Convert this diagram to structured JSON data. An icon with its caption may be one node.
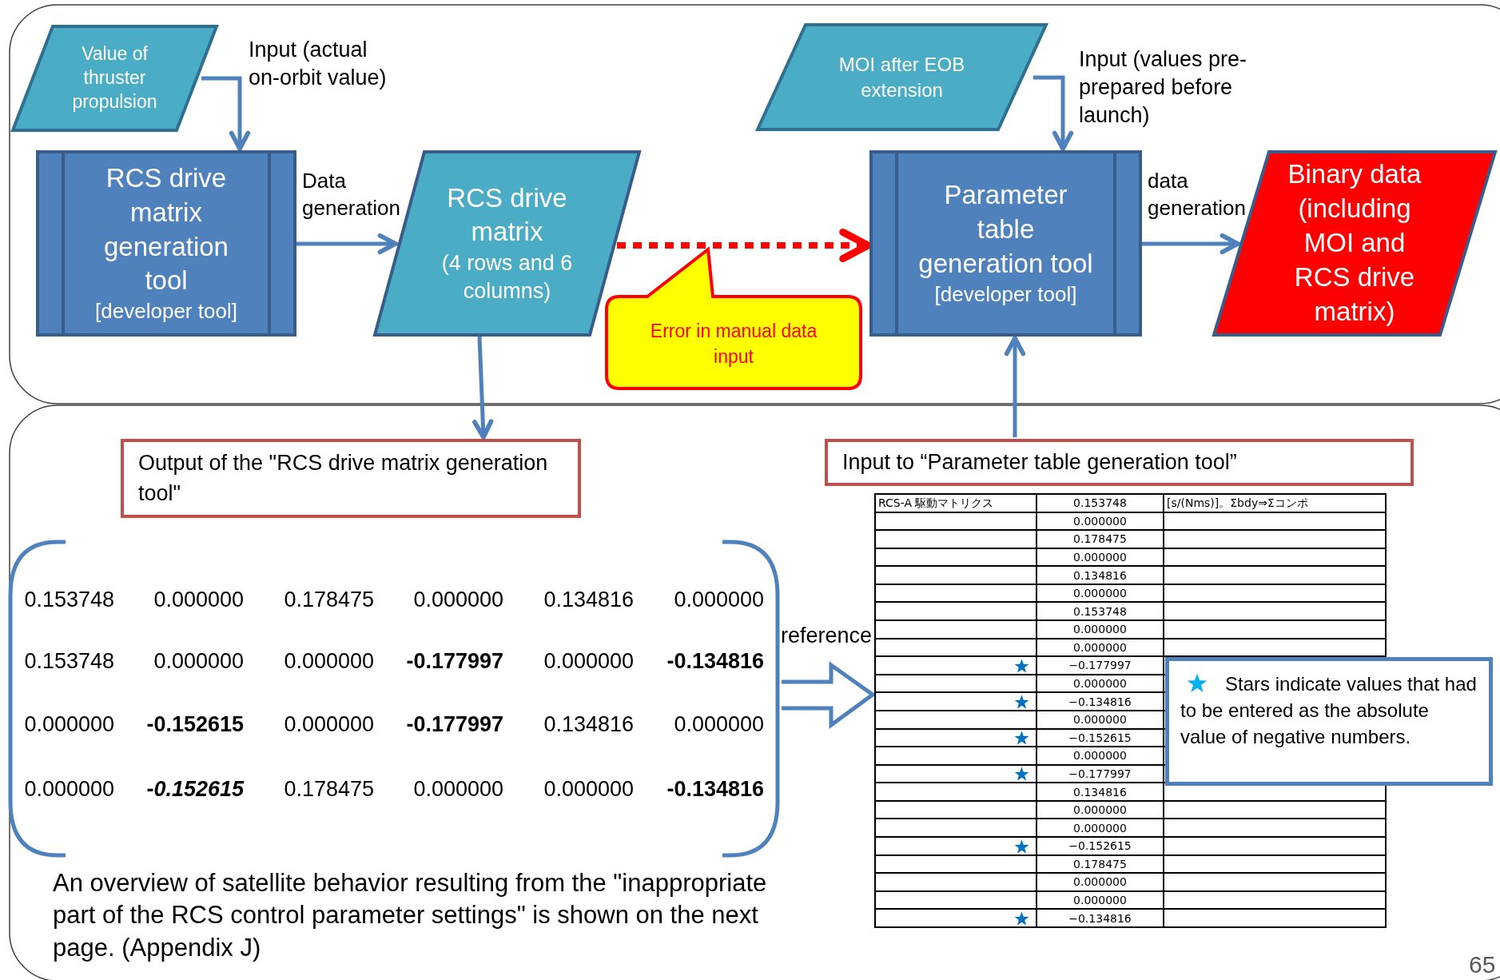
{
  "diagram": {
    "nodes": [
      {
        "text": [
          "Value of thruster propulsion"
        ]
      },
      {
        "text": [
          "RCS drive matrix generation tool",
          "[developer tool]"
        ]
      },
      {
        "text": [
          "RCS drive matrix",
          "(4 rows and 6 columns)"
        ]
      },
      {
        "text": [
          "Error in manual data input"
        ]
      },
      {
        "text": [
          "MOI after EOB extension"
        ]
      },
      {
        "text": [
          "Parameter table generation tool",
          "[developer tool]"
        ]
      },
      {
        "text": [
          "Binary data (including MOI and RCS drive matrix)"
        ]
      },
      {
        "text": [
          "Output of the \"RCS drive matrix generation tool\""
        ]
      },
      {
        "text": [
          "Input to “Parameter table generation tool”"
        ]
      },
      {
        "text": [
          "0.153748",
          "0.000000",
          "0.178475",
          "0.000000",
          "0.134816",
          "0.000000",
          "0.153748",
          "0.000000",
          "0.000000",
          "-0.177997",
          "0.000000",
          "-0.134816",
          "0.000000",
          "-0.152615",
          "0.000000",
          "-0.177997",
          "0.134816",
          "0.000000",
          "0.000000",
          "-0.152615",
          "0.178475",
          "0.000000",
          "0.000000",
          "-0.134816"
        ]
      },
      {
        "text": [
          "RCS-A 駆動マトリクス",
          "0.153748",
          "[s/(Nms)]。Σbdy⇒Σコンポ",
          "0.000000",
          "0.178475",
          "0.000000",
          "0.134816",
          "0.000000",
          "0.153748",
          "0.000000",
          "0.000000",
          "−0.177997",
          "0.000000",
          "−0.134816",
          "0.000000",
          "−0.152615",
          "0.000000",
          "−0.177997",
          "0.134816",
          "0.000000",
          "0.000000",
          "−0.152615",
          "0.178475",
          "0.000000",
          "0.000000",
          "−0.134816"
        ]
      },
      {
        "text": [
          "Stars indicate values that had to be entered as the absolute value of negative numbers."
        ]
      }
    ],
    "edges": [
      {
        "from": 0,
        "to": 1,
        "arrow": "to",
        "label": "Input (actual on-orbit value)"
      },
      {
        "from": 1,
        "to": 2,
        "arrow": "to",
        "label": "Data generation"
      },
      {
        "from": 2,
        "to": 5,
        "arrow": "to",
        "style": "dashed",
        "color": "#ff0000"
      },
      {
        "from": 4,
        "to": 5,
        "arrow": "to",
        "label": "Input (values pre-prepared before launch)"
      },
      {
        "from": 5,
        "to": 6,
        "arrow": "to",
        "label": "data generation"
      },
      {
        "from": 2,
        "to": 7,
        "arrow": "to"
      },
      {
        "from": 8,
        "to": 5,
        "arrow": "to"
      },
      {
        "from": 9,
        "to": 10,
        "arrow": "to",
        "label": "reference"
      }
    ],
    "labels": [
      "An overview of satellite behavior resulting from the \"inappropriate part of the RCS control parameter settings\" is shown on the next page. (Appendix J)",
      "65"
    ]
  }
}
